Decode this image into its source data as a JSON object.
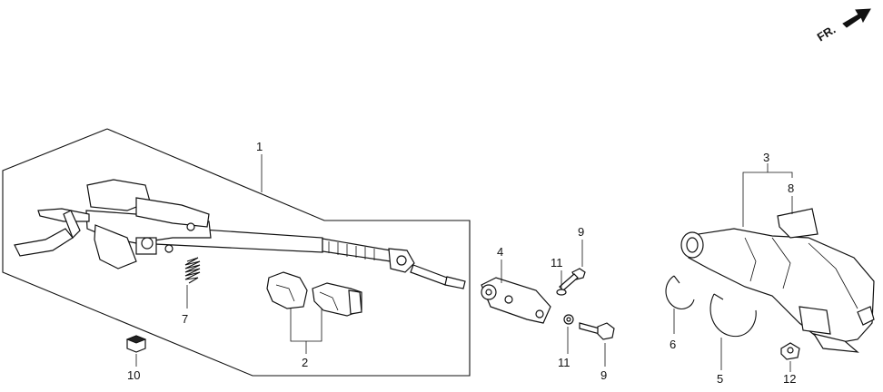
{
  "diagram": {
    "direction_label": "FR.",
    "callouts": [
      "1",
      "2",
      "3",
      "4",
      "5",
      "6",
      "7",
      "8",
      "9",
      "9",
      "10",
      "11",
      "11",
      "12"
    ]
  }
}
